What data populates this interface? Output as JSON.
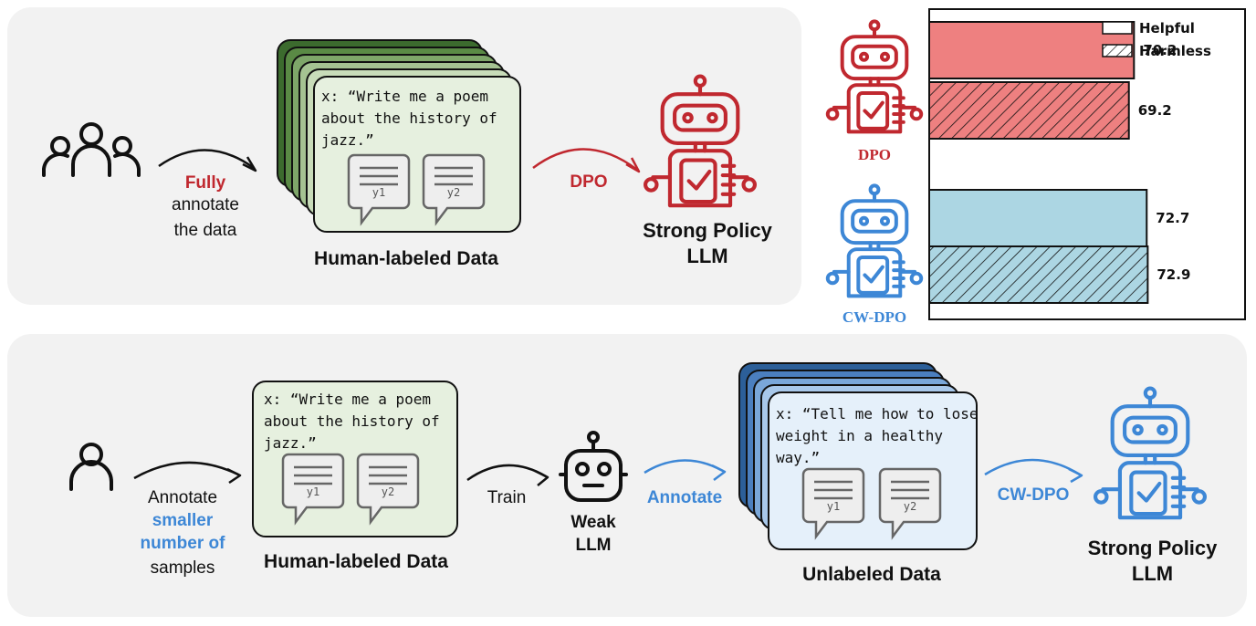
{
  "top": {
    "annotate_word": "Fully",
    "annotate_rest": [
      "annotate",
      "the data"
    ],
    "card": {
      "prompt_lines": [
        "x: “Write me a poem",
        "about the history of",
        "jazz.”"
      ],
      "y1": "y1",
      "y2": "y2"
    },
    "dataset_label": "Human-labeled Data",
    "method_label": "DPO",
    "policy_label": [
      "Strong Policy",
      "LLM"
    ]
  },
  "bottom": {
    "annotate_lines": [
      "Annotate",
      "smaller",
      "number of",
      "samples"
    ],
    "card": {
      "prompt_lines": [
        "x: “Write me a poem",
        "about the history of",
        "jazz.”"
      ],
      "y1": "y1",
      "y2": "y2"
    },
    "dataset_label": "Human-labeled Data",
    "train_label": "Train",
    "weak_label": [
      "Weak",
      "LLM"
    ],
    "annotate_label": "Annotate",
    "unlabeled_card": {
      "prompt_lines": [
        "x: “Tell me how to lose",
        "weight in a healthy",
        "way.”"
      ],
      "y1": "y1",
      "y2": "y2"
    },
    "unlabeled_label": "Unlabeled Data",
    "method_label": "CW-DPO",
    "policy_label": [
      "Strong Policy",
      "LLM"
    ]
  },
  "robots": {
    "dpo_label": "DPO",
    "cwdpo_label": "CW-DPO"
  },
  "colors": {
    "red": "#c0282f",
    "blue": "#3d87d6",
    "bar_red": "#ee8080",
    "bar_blue": "#acd6e3",
    "green_dark": "#3c6b2e",
    "card_green": "#e6f0df",
    "card_blue": "#e5f0fa"
  },
  "chart_data": {
    "type": "bar",
    "orientation": "horizontal",
    "categories": [
      "DPO",
      "CW-DPO"
    ],
    "series": [
      {
        "name": "Helpful",
        "values": [
          70.2,
          72.7
        ]
      },
      {
        "name": "Harmless",
        "values": [
          69.2,
          72.9
        ]
      }
    ],
    "legend": [
      "Helpful",
      "Harmless"
    ],
    "legend_position": "top-right",
    "grid": false
  }
}
